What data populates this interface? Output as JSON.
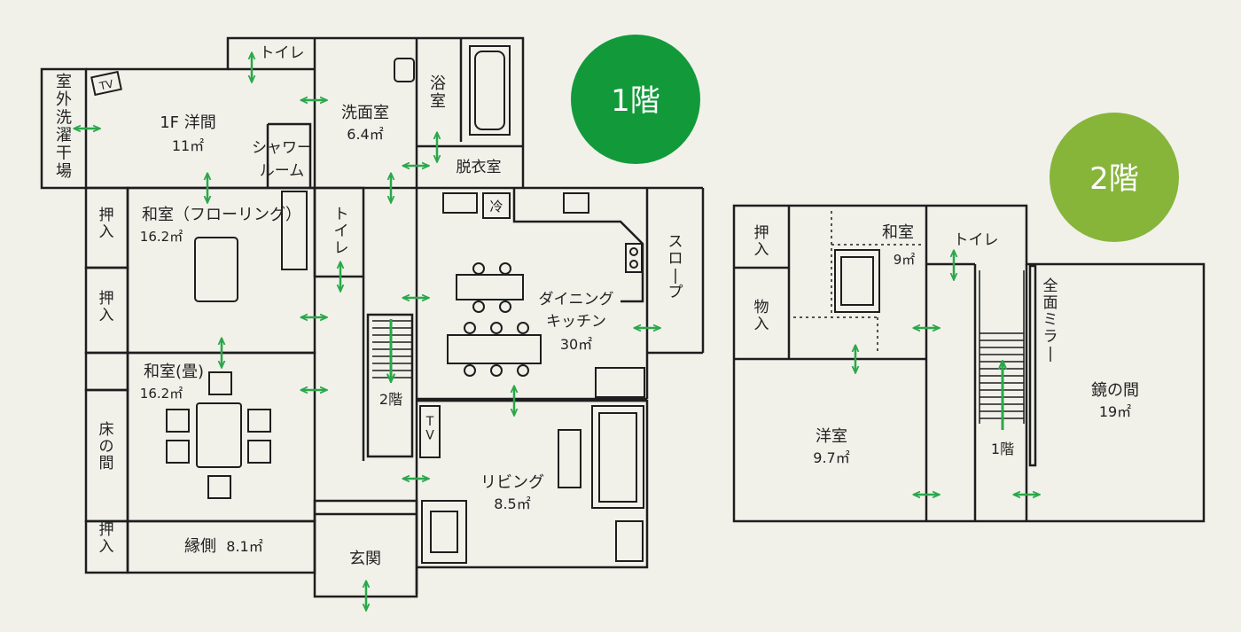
{
  "badges": {
    "floor1": {
      "label": "1階",
      "color": "#129a3a"
    },
    "floor2": {
      "label": "2階",
      "color": "#86b53a"
    }
  },
  "colors": {
    "wall": "#1e1e1e",
    "background": "#f1f1ea",
    "arrow": "#2aa84a"
  },
  "floor1": {
    "outdoor_drying": "室外洗濯干場",
    "tv": "TV",
    "western_room": {
      "name": "1F 洋間",
      "area": "11㎡"
    },
    "toilet_top": "トイレ",
    "washroom": {
      "name": "洗面室",
      "area": "6.4㎡"
    },
    "bath": "浴室",
    "dressing": "脱衣室",
    "shower": {
      "line1": "シャワー",
      "line2": "ルーム"
    },
    "japanese_floor": {
      "name": "和室（フローリング）",
      "area": "16.2㎡"
    },
    "closet1": "押入",
    "closet2": "押入",
    "closet3": "押入",
    "toilet_mid": "トイレ",
    "fridge": "冷",
    "slope": "スロープ",
    "dining": {
      "line1": "ダイニング",
      "line2": "キッチン",
      "area": "30㎡"
    },
    "japanese_tatami": {
      "name": "和室(畳)",
      "area": "16.2㎡"
    },
    "tokonoma": "床の間",
    "stairs_up": "2階",
    "tv_living": "TV",
    "living": {
      "name": "リビング",
      "area": "8.5㎡"
    },
    "veranda": {
      "name": "縁側",
      "area": "8.1㎡"
    },
    "entrance": "玄関"
  },
  "floor2": {
    "closet": "押入",
    "storage": "物入",
    "japanese": {
      "name": "和室",
      "area": "9㎡"
    },
    "toilet": "トイレ",
    "mirror_wall": "全面ミラー",
    "mirror_room": {
      "name": "鏡の間",
      "area": "19㎡"
    },
    "western": {
      "name": "洋室",
      "area": "9.7㎡"
    },
    "stairs_down": "1階"
  }
}
